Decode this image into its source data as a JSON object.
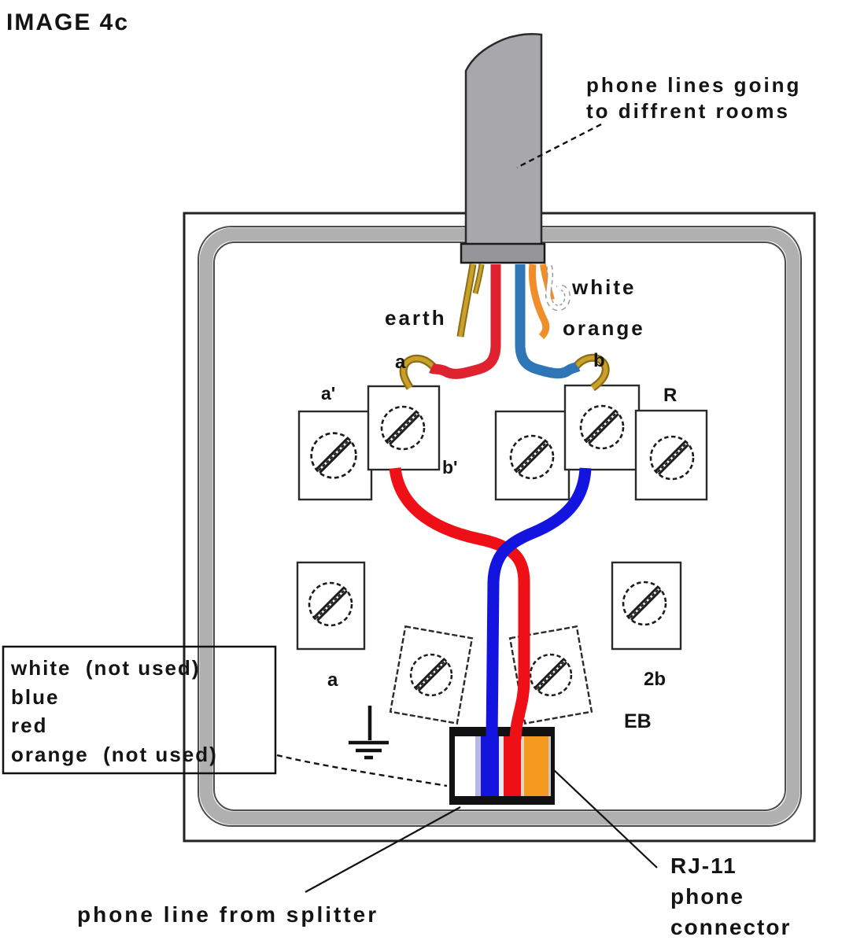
{
  "title": "IMAGE 4c",
  "annotations": {
    "phone_lines_line1": "phone lines going",
    "phone_lines_line2": "to diffrent rooms",
    "earth": "earth",
    "white_wire": "white",
    "orange_wire": "orange",
    "splitter": "phone line from splitter",
    "rj11_line1": "RJ-11",
    "rj11_line2": "phone",
    "rj11_line3": "connector"
  },
  "terminals": {
    "a_top": "a",
    "b_top": "b",
    "a_prime": "a'",
    "b_prime": "b'",
    "r": "R",
    "a_mid": "a",
    "two_b": "2b",
    "eb": "EB"
  },
  "legend_box": {
    "line1": "white  (not used)",
    "line2": "blue",
    "line3": "red",
    "line4": "orange  (not used)"
  },
  "colors": {
    "red_top": "#df2230",
    "blue_top": "#2e76b5",
    "red_bottom": "#ee1016",
    "blue_bottom": "#1414e0",
    "gold": "#c9a02c",
    "gold_dark": "#8a6d14",
    "orange": "#ef8e2b",
    "cable_gray": "#a8a8ac",
    "bracket_gray": "#96969a",
    "frame_gray": "#b0b0b0",
    "stripe_white": "#ffffff",
    "stripe_lavender": "#b8b8e8",
    "stripe_blue": "#1414e0",
    "stripe_red": "#ee1016",
    "stripe_orange": "#f49a1e"
  }
}
